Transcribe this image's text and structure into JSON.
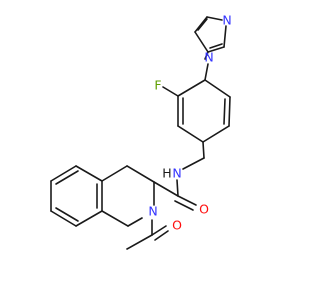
{
  "molecule": {
    "atoms": {
      "F": "F",
      "N_imidazole_ring": "N",
      "N_imidazole_attached": "N",
      "N_amide": "N",
      "H_amide": "H",
      "O_amide": "O",
      "N_ring": "N",
      "O_acetyl": "O"
    },
    "colors": {
      "bond": "#1a1a1a",
      "N": "#3333ff",
      "O": "#ff0d0d",
      "F": "#5f9f00",
      "H": "#1a1a1a"
    }
  }
}
